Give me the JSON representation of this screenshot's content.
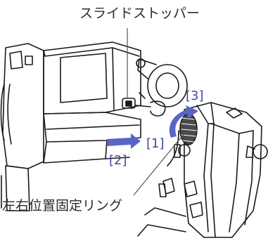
{
  "labels": {
    "slide_stopper": "スライドストッパー",
    "lr_ring": "左右位置固定リング",
    "step1": "[1]",
    "step2": "[2]",
    "step3": "[3]"
  },
  "colors": {
    "line_art": "#1a1a1a",
    "callout": "#555555",
    "arrow": "#5a64c8",
    "step_text": "#3f4aa0",
    "hatch_fill": "#4a4a4a"
  },
  "icons": {
    "arrow_step2": "right-arrow",
    "arrow_step3": "curved-arrow"
  }
}
